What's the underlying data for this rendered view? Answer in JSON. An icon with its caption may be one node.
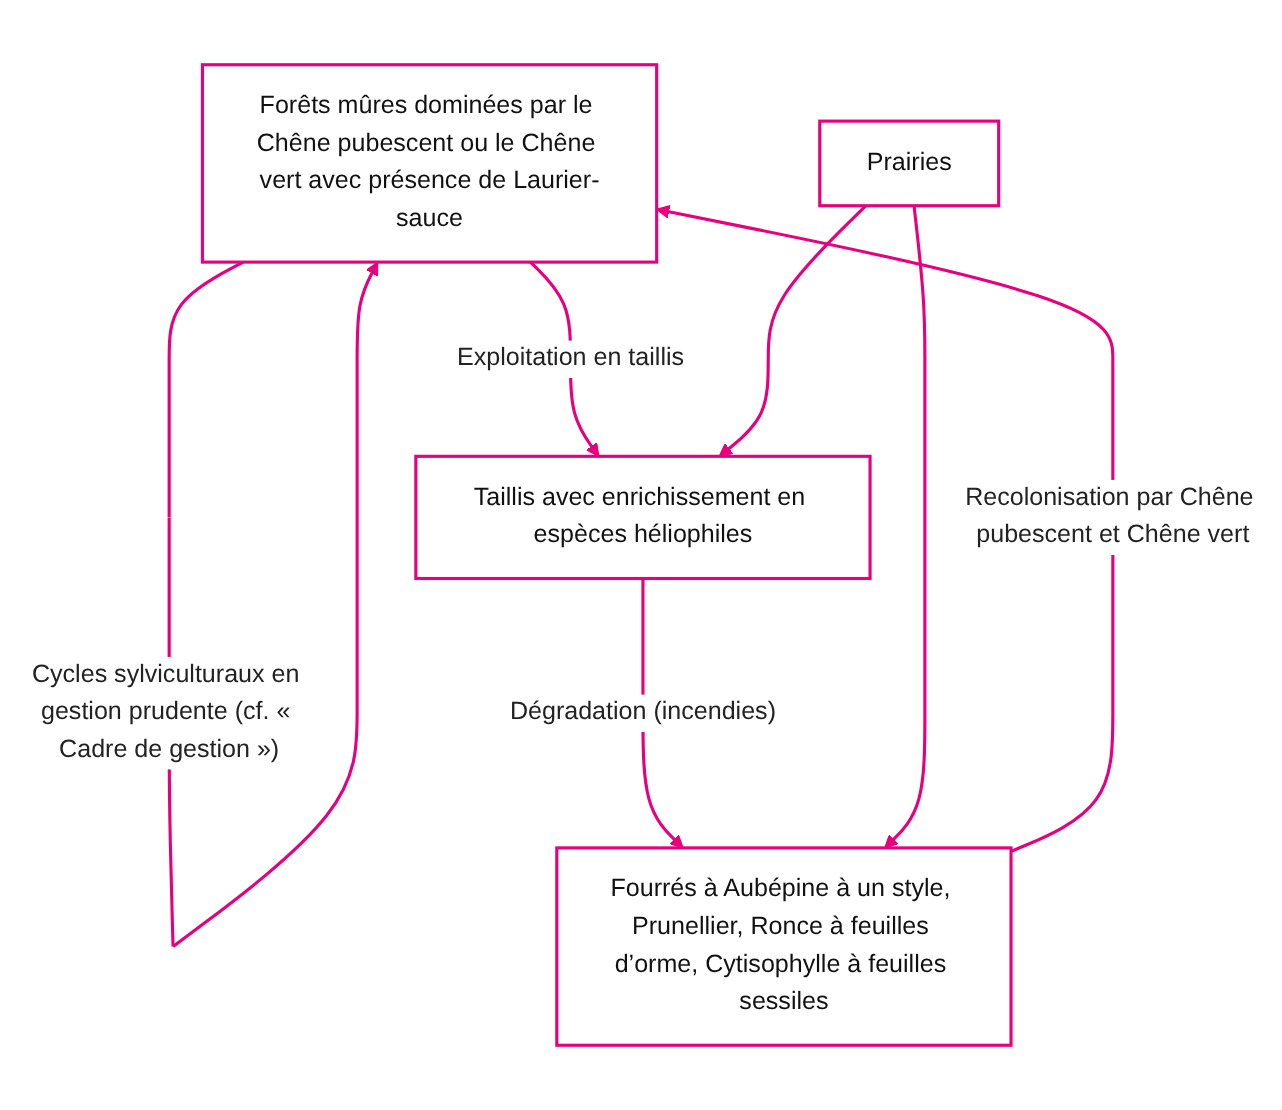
{
  "diagram": {
    "nodes": [
      {
        "text": [
          "Forêts mûres dominées par le Chêne pubescent ou le Chêne vert avec présence de Laurier-sauce"
        ]
      },
      {
        "text": [
          "Taillis avec enrichissement en espèces héliophiles"
        ]
      },
      {
        "text": [
          "Prairies"
        ]
      },
      {
        "text": [
          "Fourrés à Aubépine à un style, Prunellier, Ronce à feuilles d’orme, Cytisophylle à feuilles sessiles"
        ]
      }
    ],
    "edges": [
      {
        "from": 0,
        "to": 0,
        "arrow": "to",
        "label": "Cycles sylviculturaux en gestion prudente (cf. « Cadre de gestion »)"
      },
      {
        "from": 0,
        "to": 1,
        "arrow": "to",
        "label": "Exploitation en taillis"
      },
      {
        "from": 1,
        "to": 3,
        "arrow": "to",
        "label": "Dégradation (incendies)"
      },
      {
        "from": 3,
        "to": 0,
        "arrow": "to",
        "label": "Recolonisation par Chêne pubescent et Chêne vert"
      },
      {
        "from": 2,
        "to": 1,
        "arrow": "to"
      },
      {
        "from": 2,
        "to": 3,
        "arrow": "to"
      }
    ]
  }
}
